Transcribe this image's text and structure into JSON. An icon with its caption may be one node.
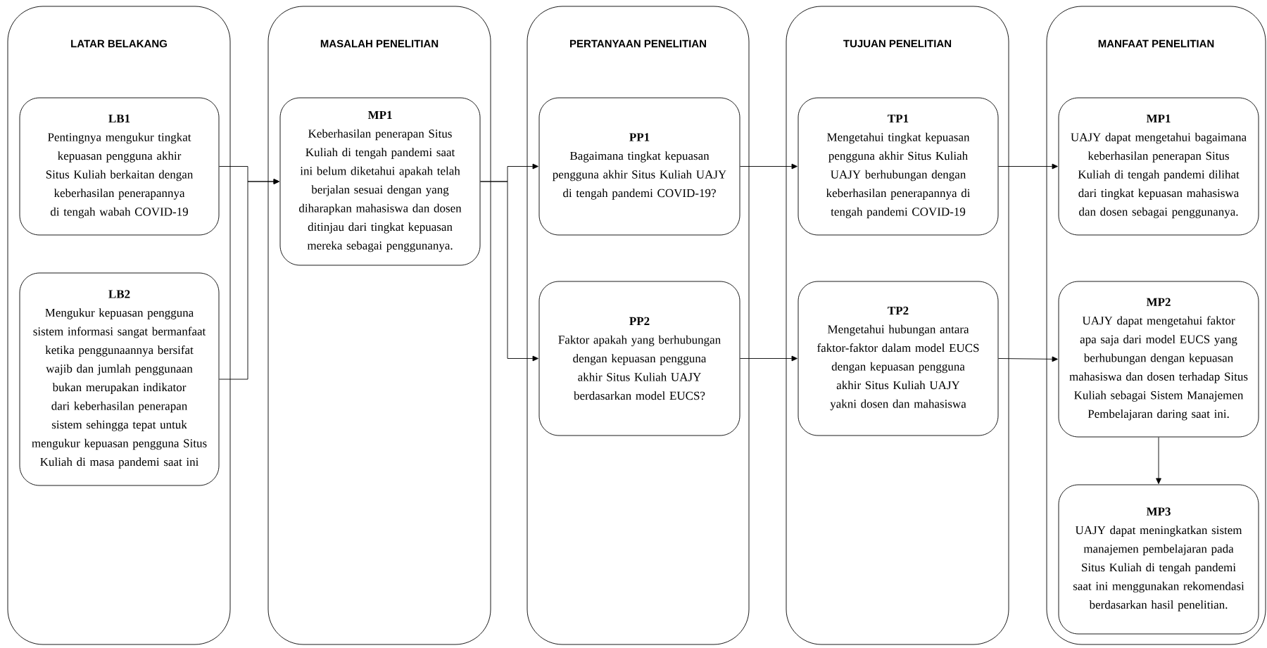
{
  "diagram": {
    "nodes": [
      {
        "text": [
          "LATAR BELAKANG"
        ]
      },
      {
        "text": [
          "LB1",
          "Pentingnya mengukur tingkat kepuasan pengguna akhir Situs Kuliah berkaitan dengan keberhasilan penerapannya di tengah wabah COVID-19"
        ],
        "in": 0
      },
      {
        "text": [
          "LB2",
          "Mengukur kepuasan pengguna sistem informasi sangat bermanfaat ketika penggunaannya bersifat wajib dan jumlah penggunaan bukan merupakan indikator dari keberhasilan penerapan sistem sehingga tepat untuk mengukur kepuasan pengguna Situs Kuliah di masa pandemi saat ini"
        ],
        "in": 0
      },
      {
        "text": [
          "MASALAH PENELITIAN"
        ]
      },
      {
        "text": [
          "MP1",
          "Keberhasilan penerapan Situs Kuliah di tengah pandemi saat ini belum diketahui apakah telah berjalan sesuai dengan yang diharapkan mahasiswa dan dosen ditinjau dari tingkat kepuasan mereka sebagai penggunanya."
        ],
        "in": 3
      },
      {
        "text": [
          "PERTANYAAN PENELITIAN"
        ]
      },
      {
        "text": [
          "PP1",
          "Bagaimana tingkat kepuasan pengguna akhir Situs Kuliah UAJY di tengah pandemi COVID-19?"
        ],
        "in": 5
      },
      {
        "text": [
          "PP2",
          "Faktor apakah yang berhubungan dengan kepuasan pengguna akhir Situs Kuliah UAJY berdasarkan model EUCS?"
        ],
        "in": 5
      },
      {
        "text": [
          "TUJUAN PENELITIAN"
        ]
      },
      {
        "text": [
          "TP1",
          "Mengetahui tingkat kepuasan pengguna akhir Situs Kuliah UAJY berhubungan dengan keberhasilan penerapannya di tengah pandemi COVID-19"
        ],
        "in": 8
      },
      {
        "text": [
          "TP2",
          "Mengetahui hubungan antara faktor-faktor dalam model EUCS dengan kepuasan pengguna akhir Situs Kuliah UAJY yakni dosen dan mahasiswa"
        ],
        "in": 8
      },
      {
        "text": [
          "MANFAAT PENELITIAN"
        ]
      },
      {
        "text": [
          "MP1",
          "UAJY dapat mengetahui bagaimana keberhasilan penerapan Situs Kuliah di tengah pandemi dilihat dari tingkat kepuasan mahasiswa dan dosen sebagai penggunanya."
        ],
        "in": 11
      },
      {
        "text": [
          "MP2",
          "UAJY dapat mengetahui faktor apa saja dari model EUCS yang berhubungan dengan kepuasan mahasiswa dan dosen terhadap Situs Kuliah sebagai Sistem Manajemen Pembelajaran daring saat ini."
        ],
        "in": 11
      },
      {
        "text": [
          "MP3",
          "UAJY dapat meningkatkan sistem manajemen pembelajaran pada Situs Kuliah di tengah pandemi saat ini menggunakan rekomendasi berdasarkan hasil penelitian."
        ],
        "in": 11
      }
    ],
    "edges": [
      {
        "from": 1,
        "to": 4,
        "arrow": "to"
      },
      {
        "from": 2,
        "to": 4,
        "arrow": "to"
      },
      {
        "from": 4,
        "to": 6,
        "arrow": "to"
      },
      {
        "from": 4,
        "to": 7,
        "arrow": "to"
      },
      {
        "from": 6,
        "to": 9,
        "arrow": "to"
      },
      {
        "from": 7,
        "to": 10,
        "arrow": "to"
      },
      {
        "from": 9,
        "to": 12,
        "arrow": "to"
      },
      {
        "from": 10,
        "to": 13,
        "arrow": "to"
      },
      {
        "from": 13,
        "to": 14,
        "arrow": "to"
      }
    ]
  }
}
